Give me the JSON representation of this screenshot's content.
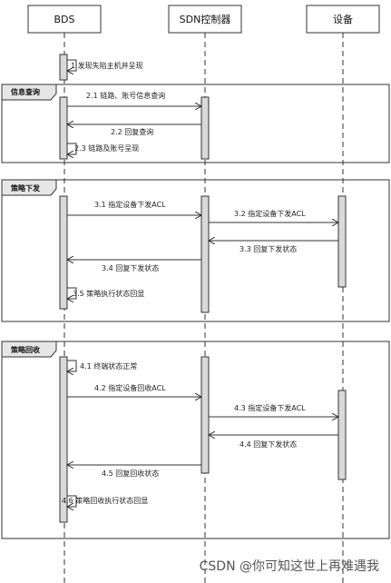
{
  "participants": [
    "BDS",
    "SDN控制器",
    "设备"
  ],
  "frames": [
    {
      "title": "信息查询"
    },
    {
      "title": "策略下发"
    },
    {
      "title": "策略回收"
    }
  ],
  "messages": [
    "1 发现失陷主机并呈现",
    "2.1 链路、账号信息查询",
    "2.2 回复查询",
    "2.3 链路及账号呈现",
    "3.1 指定设备下发ACL",
    "3.2 指定设备下发ACL",
    "3.3 回复下发状态",
    "3.4 回复下发状态",
    "3.5 策略执行状态回显",
    "4.1 终端状态正常",
    "4.2 指定设备回收ACL",
    "4.3 指定设备下发ACL",
    "4.4 回复下发状态",
    "4.5 回复回收状态",
    "4.6 策略回收执行状态回显"
  ],
  "watermark": "CSDN @你可知这世上再难遇我",
  "colors": {
    "line": "#333333",
    "activation": "#d9d9d9",
    "frame_header": "#e6e6e6"
  }
}
